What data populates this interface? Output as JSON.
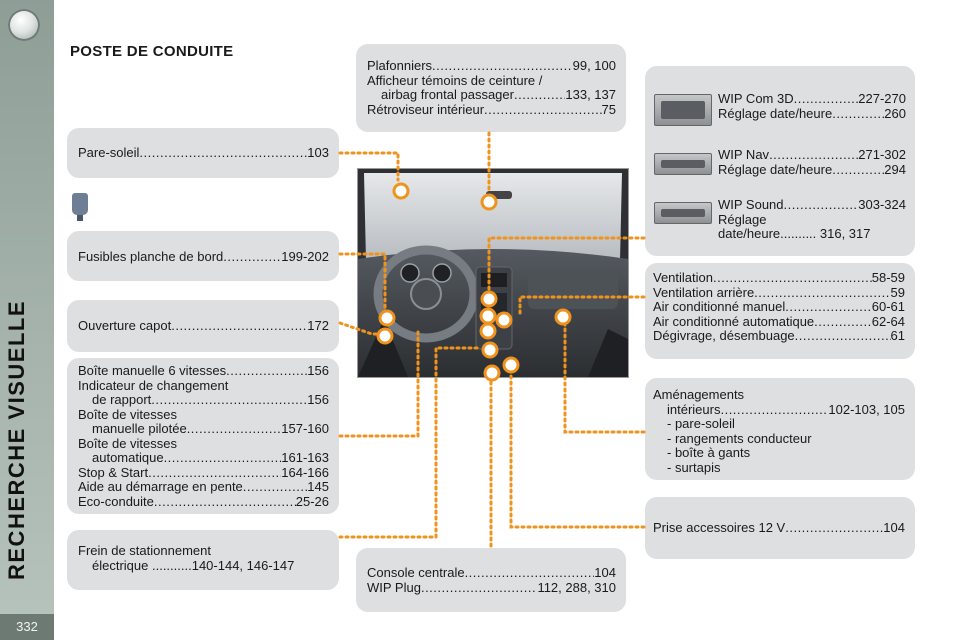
{
  "sidebar": {
    "title": "RECHERCHE VISUELLE",
    "page_number": "332"
  },
  "section_title": "POSTE DE CONDUITE",
  "boxes": {
    "pare_soleil": {
      "label": "Pare-soleil",
      "pages": "103"
    },
    "fusibles": {
      "label": "Fusibles planche de bord",
      "pages": "199-202"
    },
    "capot": {
      "label": "Ouverture capot",
      "pages": "172"
    },
    "boite": {
      "l1": "Boîte manuelle 6 vitesses",
      "p1": "156",
      "l2a": "Indicateur de changement",
      "l2b": "de rapport",
      "p2": "156",
      "l3a": "Boîte de vitesses",
      "l3b": "manuelle pilotée",
      "p3": "157-160",
      "l4a": "Boîte de vitesses",
      "l4b": "automatique",
      "p4": "161-163",
      "l5": "Stop & Start",
      "p5": "164-166",
      "l6": "Aide au démarrage en pente",
      "p6": "145",
      "l7": "Eco-conduite",
      "p7": "25-26"
    },
    "frein": {
      "l1": "Frein de stationnement",
      "l2": "électrique ...........140-144, 146-147"
    },
    "plafonniers": {
      "l1": "Plafonniers",
      "p1": "99, 100",
      "l2a": "Afficheur témoins de ceinture /",
      "l2b": "airbag frontal passager",
      "p2": "133, 137",
      "l3": "Rétroviseur intérieur",
      "p3": "75"
    },
    "wip": {
      "com": {
        "label": "WIP Com 3D",
        "pages": "227-270",
        "date_label": "Réglage date/heure",
        "date_pages": "260"
      },
      "nav": {
        "label": "WIP Nav",
        "pages": "271-302",
        "date_label": "Réglage date/heure",
        "date_pages": "294"
      },
      "sound": {
        "label": "WIP Sound",
        "pages": "303-324",
        "date_l1": "Réglage",
        "date_l2": "date/heure.......... 316, 317"
      }
    },
    "ventilation": [
      {
        "label": "Ventilation",
        "pages": "58-59"
      },
      {
        "label": "Ventilation arrière",
        "pages": "59"
      },
      {
        "label": "Air conditionné manuel",
        "pages": "60-61"
      },
      {
        "label": "Air conditionné automatique",
        "pages": "62-64"
      },
      {
        "label": "Dégivrage, désembuage",
        "pages": "61"
      }
    ],
    "amenagements": {
      "l1": "Aménagements",
      "l2": "intérieurs",
      "p2": "102-103, 105",
      "items": [
        "- pare-soleil",
        "- rangements conducteur",
        "- boîte à gants",
        "- surtapis"
      ]
    },
    "prise": {
      "label": "Prise accessoires 12 V",
      "pages": "104"
    },
    "console": {
      "l1": "Console centrale",
      "p1": "104",
      "l2": "WIP Plug",
      "p2": "112, 288, 310"
    }
  },
  "colors": {
    "accent": "#f0931e",
    "box_bg": "#dedfe0",
    "sidebar": "#a4b2ab"
  }
}
